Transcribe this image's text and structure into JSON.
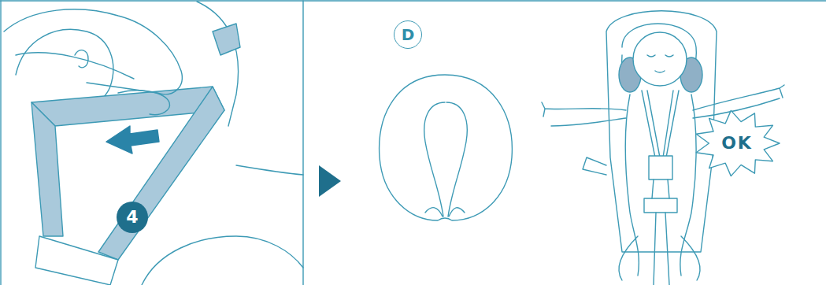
{
  "diagram": {
    "nodes": [
      {
        "text": [
          "4"
        ]
      },
      {
        "text": [
          "D"
        ]
      },
      {
        "text": [
          "OK"
        ]
      }
    ]
  }
}
